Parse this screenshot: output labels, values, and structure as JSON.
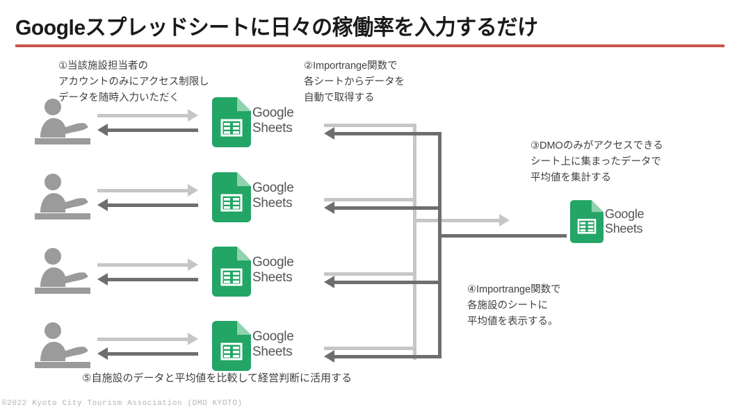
{
  "slide": {
    "title": "Googleスプレッドシートに日々の稼働率を入力するだけ",
    "accent_color": "#c9544a",
    "background": "#ffffff",
    "footer": "©2022 Kyoto City Tourism Association (DMO KYOTO)"
  },
  "annotations": [
    {
      "id": 1,
      "marker": "①",
      "text": "①当該施設担当者の\nアカウントのみにアクセス制限し\nデータを随時入力いただく"
    },
    {
      "id": 2,
      "marker": "②",
      "text": "②Importrange関数で\n各シートからデータを\n自動で取得する"
    },
    {
      "id": 3,
      "marker": "③",
      "text": "③DMOのみがアクセスできる\nシート上に集まったデータで\n平均値を集計する"
    },
    {
      "id": 4,
      "marker": "④",
      "text": "④Importrange関数で\n各施設のシートに\n平均値を表示する。"
    },
    {
      "id": 5,
      "marker": "⑤",
      "text": "⑤自施設のデータと平均値を比較して経営判断に活用する"
    }
  ],
  "facility_rows": [
    {
      "row": 1,
      "person_label": "facility-staff-1",
      "sheet_label": "Google\nSheets"
    },
    {
      "row": 2,
      "person_label": "facility-staff-2",
      "sheet_label": "Google\nSheets"
    },
    {
      "row": 3,
      "person_label": "facility-staff-3",
      "sheet_label": "Google\nSheets"
    },
    {
      "row": 4,
      "person_label": "facility-staff-4",
      "sheet_label": "Google\nSheets"
    }
  ],
  "dmo_sheet": {
    "label": "Google\nSheets",
    "description": "DMO aggregation spreadsheet"
  },
  "colors": {
    "sheets_green": "#23a566",
    "sheets_green_fold": "#8fd3ae",
    "arrow_light": "#c6c6c6",
    "arrow_dark": "#6e6e6e",
    "person_gray": "#9b9b9b",
    "text_gray": "#3f3f3f",
    "footer_gray": "#b4b4b4"
  },
  "icons": {
    "person": "person-at-desk-icon",
    "sheets": "google-sheets-icon",
    "arrow_right": "arrow-right-icon",
    "arrow_left": "arrow-left-icon"
  }
}
